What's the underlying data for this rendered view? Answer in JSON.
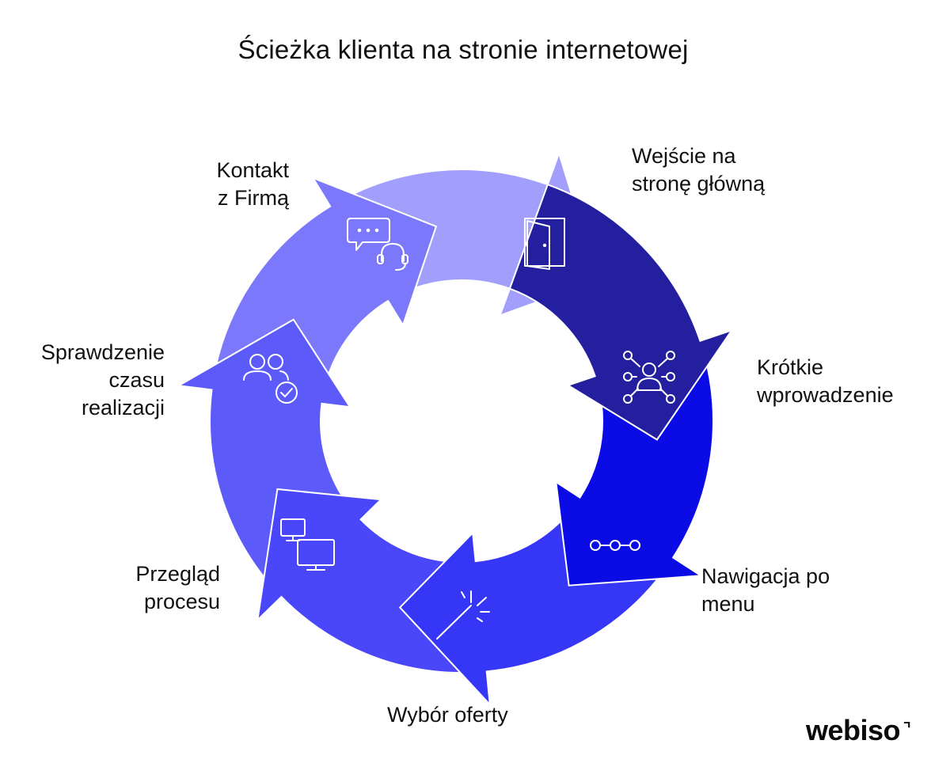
{
  "title": "Ścieżka klienta na stronie internetowej",
  "brand": "webiso",
  "steps": [
    {
      "order": 1,
      "lines": [
        "Wejście na",
        "stronę główną"
      ],
      "color": "#231f9f",
      "icon": "door-icon"
    },
    {
      "order": 2,
      "lines": [
        "Krótkie",
        "wprowadzenie"
      ],
      "color": "#0b0be6",
      "icon": "network-person-icon"
    },
    {
      "order": 3,
      "lines": [
        "Nawigacja po",
        "menu"
      ],
      "color": "#3636f7",
      "icon": "three-nodes-icon"
    },
    {
      "order": 4,
      "lines": [
        "Wybór oferty"
      ],
      "color": "#4a47fb",
      "icon": "magic-wand-icon"
    },
    {
      "order": 5,
      "lines": [
        "Przegląd",
        "procesu"
      ],
      "color": "#5c5bfa",
      "icon": "monitors-icon"
    },
    {
      "order": 6,
      "lines": [
        "Sprawdzenie",
        "czasu",
        "realizacji"
      ],
      "color": "#7b78fb",
      "icon": "users-check-icon"
    },
    {
      "order": 7,
      "lines": [
        "Kontakt",
        "z Firmą"
      ],
      "color": "#a29efb",
      "icon": "chat-headset-icon"
    }
  ]
}
